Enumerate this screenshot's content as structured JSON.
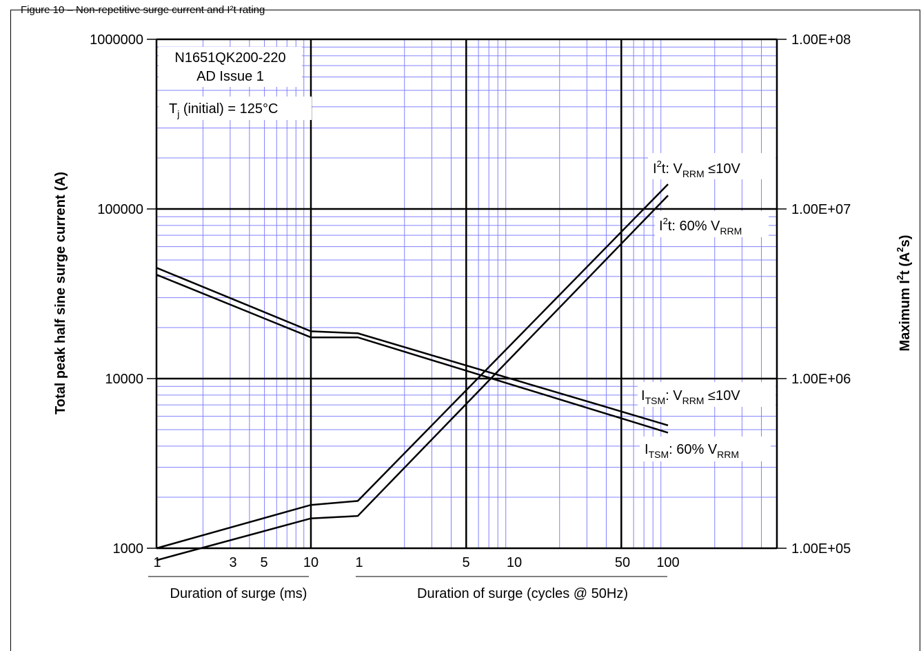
{
  "caption_top": "Figure 10 – Non-repetitive surge current and I²t rating",
  "chart_data": {
    "type": "line",
    "title": "",
    "info_box": {
      "part": "N1651QK200-220",
      "issue": "AD Issue 1",
      "tj_prefix": "T",
      "tj_sub": "j",
      "tj_suffix": " (initial) = 125°C"
    },
    "ylabel": "Total peak half sine surge current (A)",
    "ylabel2_prefix": "Maximum I",
    "ylabel2_sup1": "2",
    "ylabel2_mid": "t (A",
    "ylabel2_sup2": "2",
    "ylabel2_suffix": "s)",
    "xlabel_ms": "Duration of surge (ms)",
    "xlabel_cycles": "Duration of surge (cycles @ 50Hz)",
    "y_scale": "log",
    "ylim": [
      1000,
      1000000
    ],
    "y_ticks": [
      "1000000",
      "100000",
      "10000",
      "1000"
    ],
    "y2_scale": "log",
    "y2lim": [
      100000,
      100000000
    ],
    "y2_ticks": [
      "1.00E+08",
      "1.00E+07",
      "1.00E+06",
      "1.00E+05"
    ],
    "x_ms_ticks": [
      "1",
      "3",
      "5",
      "10"
    ],
    "x_cycles_ticks": [
      "1",
      "5",
      "10",
      "50",
      "100"
    ],
    "grid": true,
    "colors": {
      "grid_minor": "#8080ff",
      "grid_major": "#000000",
      "curve": "#000000"
    },
    "series": [
      {
        "name": "I²t: VRRM ≤10V",
        "axis": "right",
        "ms_points": [
          [
            1,
            100000
          ],
          [
            10,
            180000
          ]
        ],
        "cycle_points": [
          [
            1,
            190000
          ],
          [
            100,
            14000000
          ]
        ]
      },
      {
        "name": "I²t: 60% VRRM",
        "axis": "right",
        "ms_points": [
          [
            1,
            85000
          ],
          [
            10,
            150000
          ]
        ],
        "cycle_points": [
          [
            1,
            155000
          ],
          [
            100,
            12000000
          ]
        ]
      },
      {
        "name": "ITSM: VRRM ≤10V",
        "axis": "left",
        "ms_points": [
          [
            1,
            45000
          ],
          [
            10,
            19000
          ]
        ],
        "cycle_points": [
          [
            1,
            18500
          ],
          [
            100,
            5300
          ]
        ]
      },
      {
        "name": "ITSM: 60% VRRM",
        "axis": "left",
        "ms_points": [
          [
            1,
            41000
          ],
          [
            10,
            17500
          ]
        ],
        "cycle_points": [
          [
            1,
            17500
          ],
          [
            100,
            4800
          ]
        ]
      }
    ],
    "curve_labels": [
      {
        "series": 0,
        "prefix": "I",
        "sup": "2",
        "mid": "t: V",
        "sub": "RRM",
        "suffix": " ≤10V"
      },
      {
        "series": 1,
        "prefix": "I",
        "sup": "2",
        "mid": "t: 60% V",
        "sub": "RRM",
        "suffix": ""
      },
      {
        "series": 2,
        "prefix": "I",
        "sub1": "TSM",
        "mid": ": V",
        "sub": "RRM",
        "suffix": " ≤10V"
      },
      {
        "series": 3,
        "prefix": "I",
        "sub1": "TSM",
        "mid": ": 60% V",
        "sub": "RRM",
        "suffix": ""
      }
    ]
  }
}
